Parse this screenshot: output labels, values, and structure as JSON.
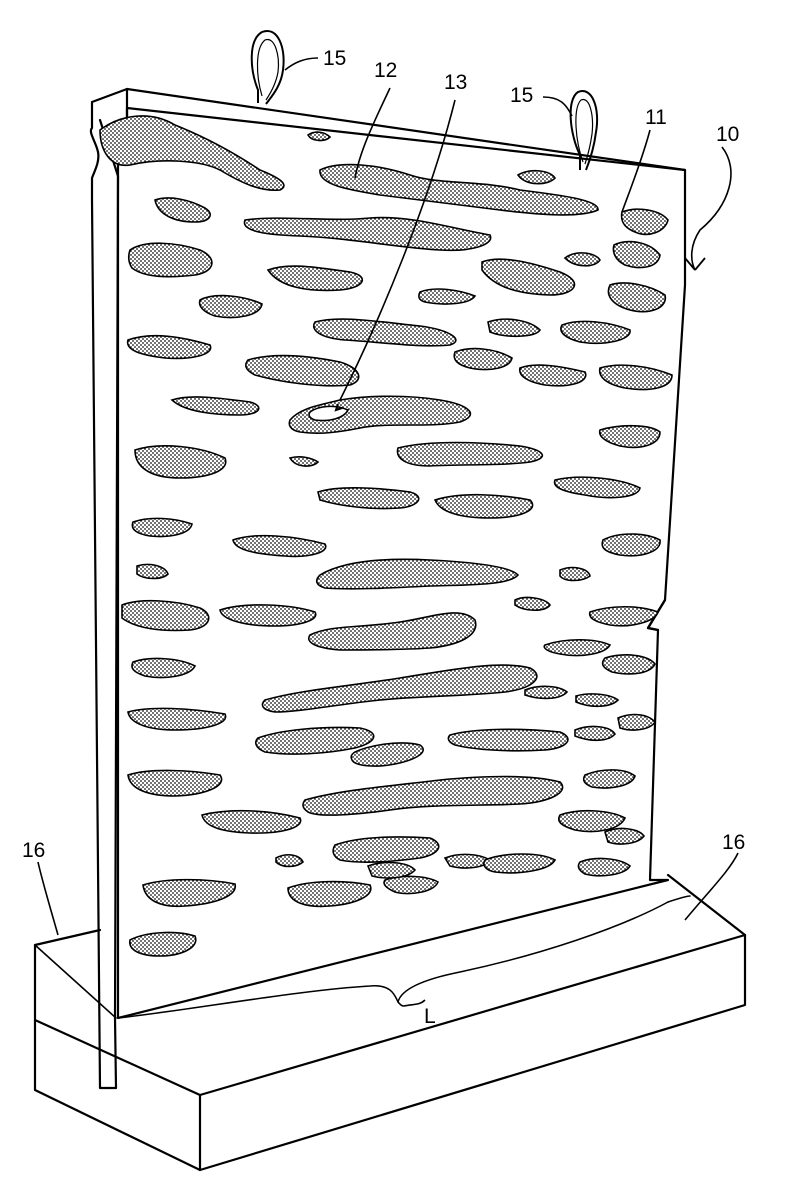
{
  "figure": {
    "reference_labels": {
      "panel_assembly": "10",
      "panel_face": "11",
      "climbing_surface": "12",
      "hand_hold": "13",
      "lifting_loop_left": "15",
      "lifting_loop_right": "15",
      "base_left": "16",
      "base_right": "16",
      "length": "L"
    },
    "colors": {
      "line": "#000000",
      "stipple": "#000000",
      "background": "#ffffff"
    }
  }
}
